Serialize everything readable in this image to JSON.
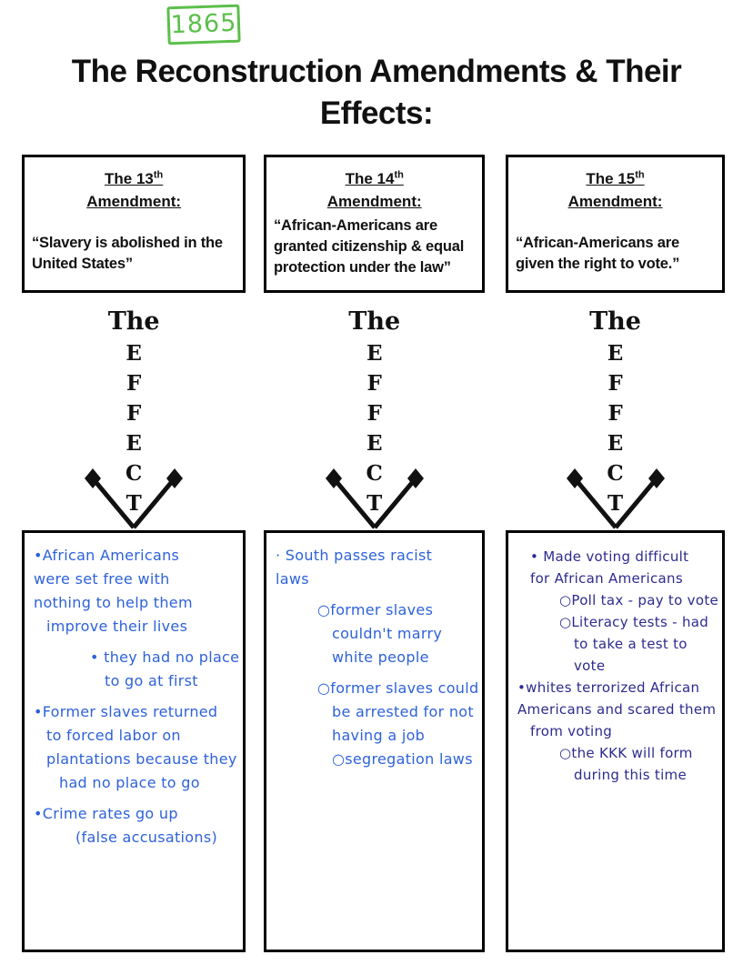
{
  "colors": {
    "ink_blue": "#2e62d9",
    "ink_navy": "#2d2b8e",
    "green": "#5bbf4a",
    "border_black": "#000000"
  },
  "year_label": "1865",
  "title": {
    "line1": "The Reconstruction Amendments & Their",
    "line2": "Effects:"
  },
  "effect_arrow": {
    "word": "The",
    "letters": [
      "E",
      "F",
      "F",
      "E",
      "C",
      "T"
    ]
  },
  "columns": [
    {
      "heading_number": "The 13",
      "heading_sup": "th",
      "heading_label": "Amendment:",
      "quote": "“Slavery is abolished in the United States”",
      "ink": "#2e62d9",
      "notes": [
        {
          "text": "•African Americans",
          "ind": 0
        },
        {
          "text": "were set free with",
          "ind": 0
        },
        {
          "text": "nothing to help them",
          "ind": 0
        },
        {
          "text": "improve their lives",
          "ind": 1
        },
        {
          "text": "• they had no place",
          "ind": 4,
          "gap": 1
        },
        {
          "text": "to go at first",
          "ind": 5
        },
        {
          "text": "•Former slaves returned",
          "ind": 0,
          "gap": 1
        },
        {
          "text": "to forced labor on",
          "ind": 1
        },
        {
          "text": "plantations because they",
          "ind": 1
        },
        {
          "text": "had no place to go",
          "ind": 2
        },
        {
          "text": "•Crime rates go up",
          "ind": 0,
          "gap": 1
        },
        {
          "text": "(false accusations)",
          "ind": 3
        }
      ]
    },
    {
      "heading_number": "The 14",
      "heading_sup": "th",
      "heading_label": "Amendment:",
      "quote": "“African-Americans are granted citizenship & equal protection under the law”",
      "ink": "#2e62d9",
      "notes": [
        {
          "text": "· South passes racist",
          "ind": 0
        },
        {
          "text": "laws",
          "ind": 0
        },
        {
          "text": "○former slaves",
          "ind": 3,
          "gap": 1
        },
        {
          "text": "couldn't marry",
          "ind": 4
        },
        {
          "text": "white people",
          "ind": 4
        },
        {
          "text": "○former slaves could",
          "ind": 3,
          "gap": 1
        },
        {
          "text": "be arrested for not",
          "ind": 4
        },
        {
          "text": "having a job",
          "ind": 4
        },
        {
          "text": "○segregation laws",
          "ind": 4
        }
      ]
    },
    {
      "heading_number": "The 15",
      "heading_sup": "th",
      "heading_label": "Amendment:",
      "quote": "“African-Americans are given the right to vote.”",
      "ink": "#2d2b8e",
      "notes": [
        {
          "text": "• Made voting difficult",
          "ind": 1
        },
        {
          "text": "for African Americans",
          "ind": 1
        },
        {
          "text": "○Poll tax - pay to vote",
          "ind": 3
        },
        {
          "text": "○Literacy tests - had",
          "ind": 3
        },
        {
          "text": "to take a test to",
          "ind": 4
        },
        {
          "text": "vote",
          "ind": 4
        },
        {
          "text": "•whites terrorized African",
          "ind": 0
        },
        {
          "text": "Americans and scared them",
          "ind": 0
        },
        {
          "text": "from voting",
          "ind": 1
        },
        {
          "text": "○the KKK will form",
          "ind": 3
        },
        {
          "text": "during this time",
          "ind": 4
        }
      ]
    }
  ]
}
